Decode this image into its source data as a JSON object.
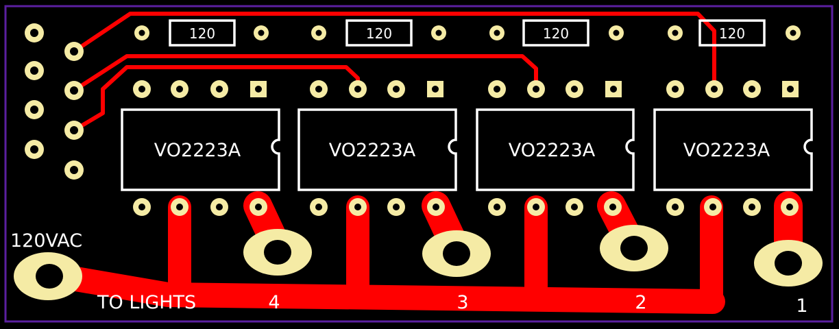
{
  "board": {
    "outline_color": "#5b1fa0",
    "copper_color": "#ff0000",
    "pad_color": "#f5eba5",
    "silkscreen_color": "#ffffff"
  },
  "resistors": [
    {
      "label": "120"
    },
    {
      "label": "120"
    },
    {
      "label": "120"
    },
    {
      "label": "120"
    }
  ],
  "chips": [
    {
      "label": "VO2223A"
    },
    {
      "label": "VO2223A"
    },
    {
      "label": "VO2223A"
    },
    {
      "label": "VO2223A"
    }
  ],
  "labels": {
    "power": "120VAC",
    "output": "TO LIGHTS",
    "channels": [
      "4",
      "3",
      "2",
      "1"
    ]
  }
}
